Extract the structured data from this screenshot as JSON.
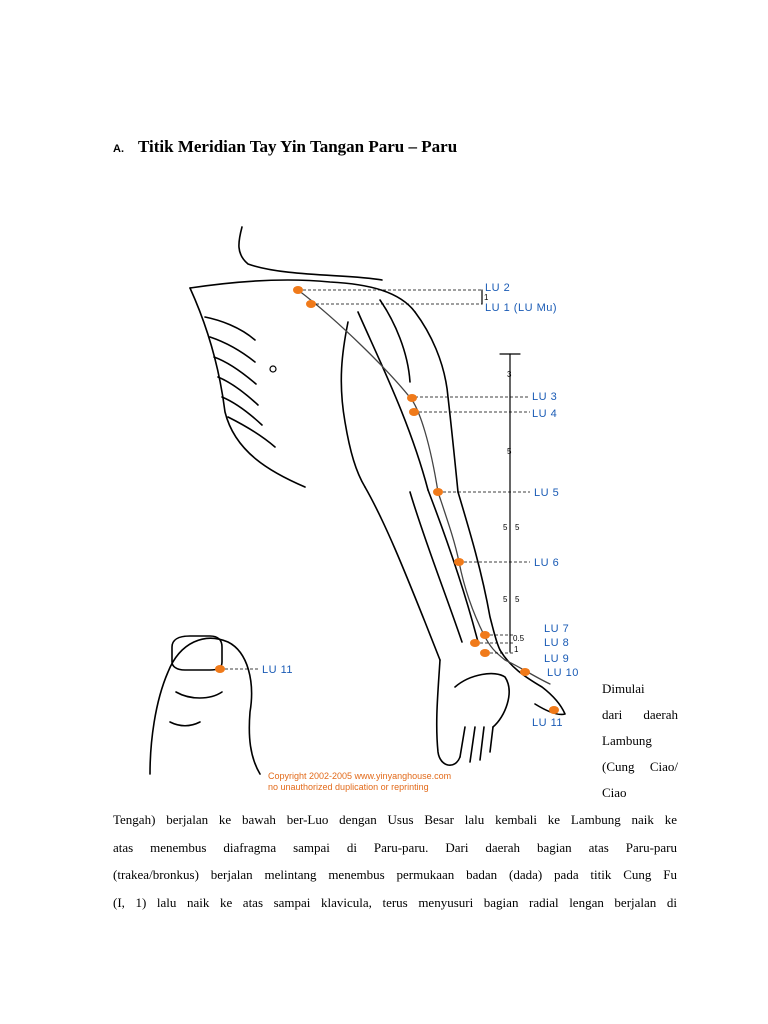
{
  "heading": {
    "marker": "A.",
    "title": "Titik Meridian Tay Yin Tangan Paru – Paru"
  },
  "figure": {
    "points": [
      {
        "id": "LU 2",
        "label": "LU 2"
      },
      {
        "id": "LU 1",
        "label": "LU 1 (LU Mu)"
      },
      {
        "id": "LU 3",
        "label": "LU 3"
      },
      {
        "id": "LU 4",
        "label": "LU 4"
      },
      {
        "id": "LU 5",
        "label": "LU 5"
      },
      {
        "id": "LU 6",
        "label": "LU 6"
      },
      {
        "id": "LU 7",
        "label": "LU 7"
      },
      {
        "id": "LU 8",
        "label": "LU 8"
      },
      {
        "id": "LU 9",
        "label": "LU 9"
      },
      {
        "id": "LU 10",
        "label": "LU 10"
      },
      {
        "id": "LU 11",
        "label": "LU 11"
      },
      {
        "id": "LU 11 thumb",
        "label": "LU 11"
      }
    ],
    "scale_marks": [
      "1",
      "3",
      "5",
      "5",
      "5",
      "5",
      "5",
      "0.5",
      "1"
    ],
    "copyright_line1": "Copyright 2002-2005 www.yinyanghouse.com",
    "copyright_line2": "no unauthorized duplication or reprinting",
    "colors": {
      "point": "#f07a1a",
      "label": "#1a5bb5",
      "line": "#000000"
    }
  },
  "side_text": [
    "Dimulai",
    "dari daerah",
    "Lambung",
    "(Cung Ciao/",
    "Ciao"
  ],
  "body": [
    "Tengah) berjalan ke bawah ber-Luo dengan Usus Besar lalu kembali ke Lambung naik ke",
    "atas menembus diafragma sampai di Paru-paru. Dari daerah bagian atas Paru-paru",
    "(trakea/bronkus) berjalan melintang menembus permukaan badan (dada) pada titik Cung Fu",
    "(I, 1) lalu naik ke atas sampai klavicula, terus menyusuri bagian radial lengan berjalan di"
  ]
}
